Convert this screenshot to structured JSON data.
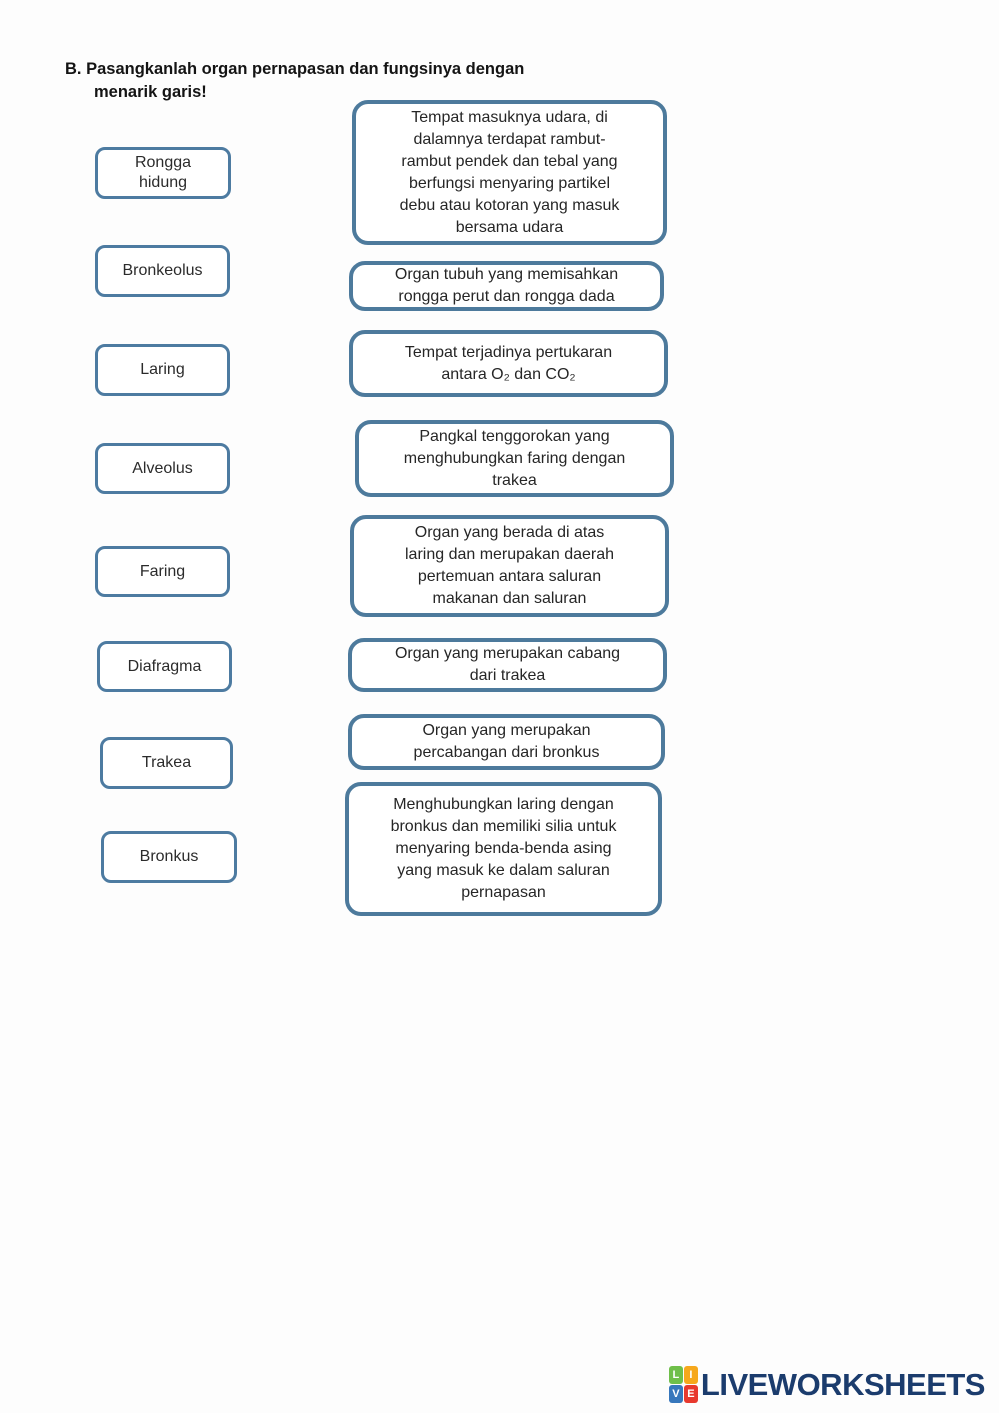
{
  "title": {
    "lines": [
      "B. Pasangkanlah organ pernapasan dan fungsinya dengan",
      "menarik garis!"
    ]
  },
  "organs": [
    {
      "label": "Rongga hidung",
      "lines": [
        "Rongga",
        "hidung"
      ]
    },
    {
      "label": "Bronkeolus",
      "lines": [
        "Bronkeolus"
      ]
    },
    {
      "label": "Laring",
      "lines": [
        "Laring"
      ]
    },
    {
      "label": "Alveolus",
      "lines": [
        "Alveolus"
      ]
    },
    {
      "label": "Faring",
      "lines": [
        "Faring"
      ]
    },
    {
      "label": "Diafragma",
      "lines": [
        "Diafragma"
      ]
    },
    {
      "label": "Trakea",
      "lines": [
        "Trakea"
      ]
    },
    {
      "label": "Bronkus",
      "lines": [
        "Bronkus"
      ]
    }
  ],
  "functions": [
    {
      "text": "Tempat masuknya udara, di dalamnya terdapat rambut-rambut pendek dan tebal yang berfungsi menyaring partikel debu atau kotoran yang masuk bersama udara",
      "lines": [
        "Tempat masuknya udara, di",
        "dalamnya terdapat rambut-",
        "rambut pendek dan tebal yang",
        "berfungsi menyaring partikel",
        "debu atau kotoran yang masuk",
        "bersama udara"
      ]
    },
    {
      "text": "Organ tubuh yang memisahkan rongga perut dan rongga dada",
      "lines": [
        "Organ tubuh yang memisahkan",
        "rongga perut dan rongga dada"
      ]
    },
    {
      "text": "Tempat terjadinya pertukaran antara O₂ dan CO₂",
      "lines": [
        "Tempat terjadinya pertukaran",
        "antara O₂ dan CO₂"
      ]
    },
    {
      "text": "Pangkal tenggorokan yang menghubungkan faring dengan trakea",
      "lines": [
        "Pangkal tenggorokan yang",
        "menghubungkan faring dengan",
        "trakea"
      ]
    },
    {
      "text": "Organ yang berada di atas laring dan merupakan daerah pertemuan antara saluran makanan dan saluran",
      "lines": [
        "Organ yang berada di atas",
        "laring dan merupakan daerah",
        "pertemuan antara saluran",
        "makanan dan saluran"
      ]
    },
    {
      "text": "Organ yang merupakan cabang dari trakea",
      "lines": [
        "Organ yang merupakan cabang",
        "dari trakea"
      ]
    },
    {
      "text": "Organ yang merupakan percabangan dari bronkus",
      "lines": [
        "Organ yang merupakan",
        "percabangan dari bronkus"
      ]
    },
    {
      "text": "Menghubungkan laring dengan bronkus dan memiliki silia untuk menyaring benda-benda asing yang masuk ke dalam saluran pernapasan",
      "lines": [
        "Menghubungkan laring dengan",
        "bronkus dan memiliki silia untuk",
        "menyaring benda-benda asing",
        "yang masuk ke dalam saluran",
        "pernapasan"
      ]
    }
  ],
  "footer": {
    "brand": "LIVEWORKSHEETS",
    "icon": {
      "letters": [
        "L",
        "I",
        "V",
        "E"
      ],
      "colors": [
        "#6fbf4a",
        "#f6a81c",
        "#3777bc",
        "#e8392e"
      ]
    }
  },
  "colors": {
    "organ_box_border": "#4d7ba1",
    "function_box_border": "#4d7a9c",
    "text": "#2b2b2b",
    "brand": "#1b3c6d"
  }
}
